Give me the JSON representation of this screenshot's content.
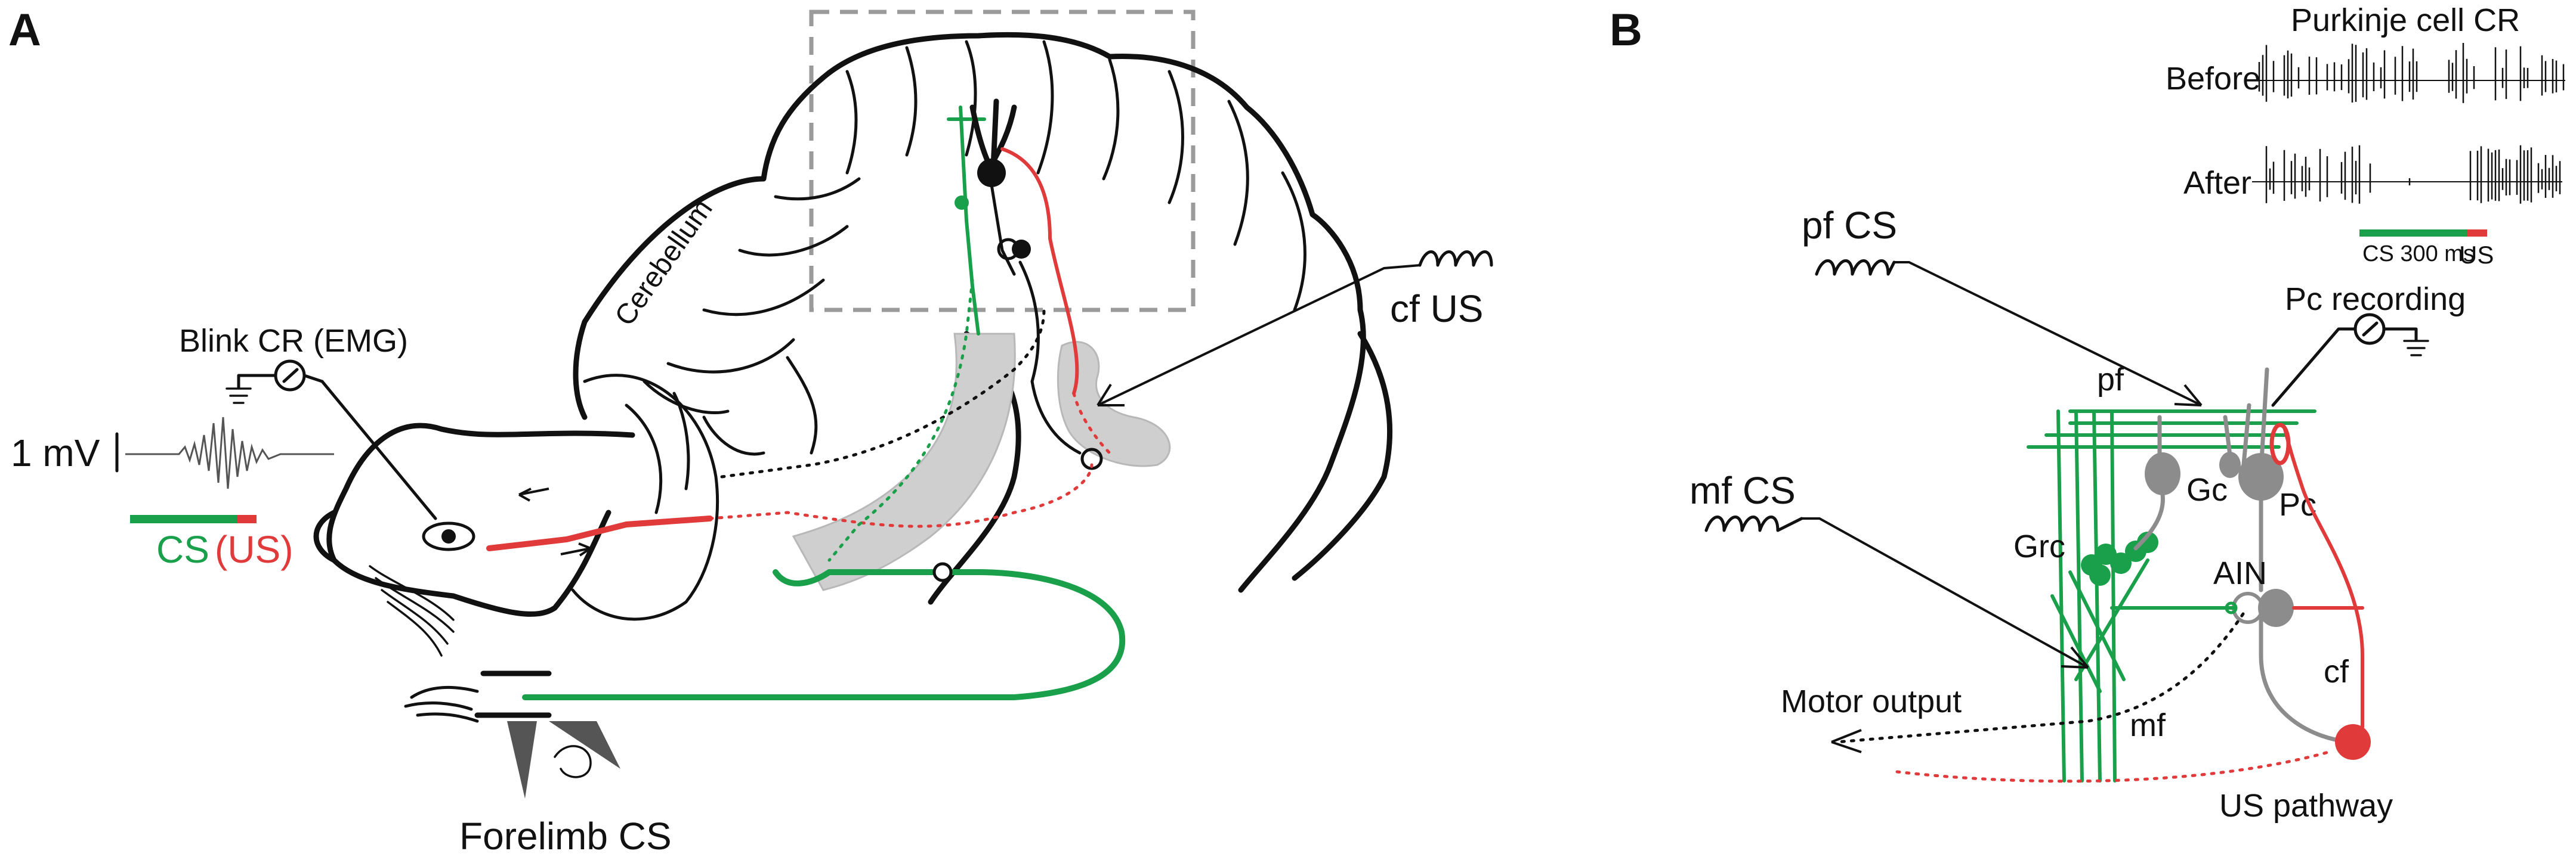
{
  "panels": {
    "a": "A",
    "b": "B"
  },
  "panel_a": {
    "cerebellum": "Cerebellum",
    "blink_cr": "Blink CR (EMG)",
    "scale": "1 mV",
    "cs": "CS",
    "us": "(US)",
    "cf_us": "cf US",
    "forelimb_cs": "Forelimb CS"
  },
  "panel_b": {
    "purkinje_title": "Purkinje cell CR",
    "before": "Before",
    "after": "After",
    "cs_bar": "CS 300 ms",
    "us_bar": "US",
    "pf_cs": "pf CS",
    "pc_recording": "Pc recording",
    "mf_cs": "mf CS",
    "pf": "pf",
    "gc": "Gc",
    "pc": "Pc",
    "grc": "Grc",
    "ain": "AIN",
    "cf": "cf",
    "motor_output": "Motor output",
    "mf": "mf",
    "us_pathway": "US pathway"
  },
  "colors": {
    "green": "#1aa04a",
    "red": "#e03a3a",
    "gray": "#8c8c8c",
    "pathway_fill": "#cfcfcf"
  }
}
